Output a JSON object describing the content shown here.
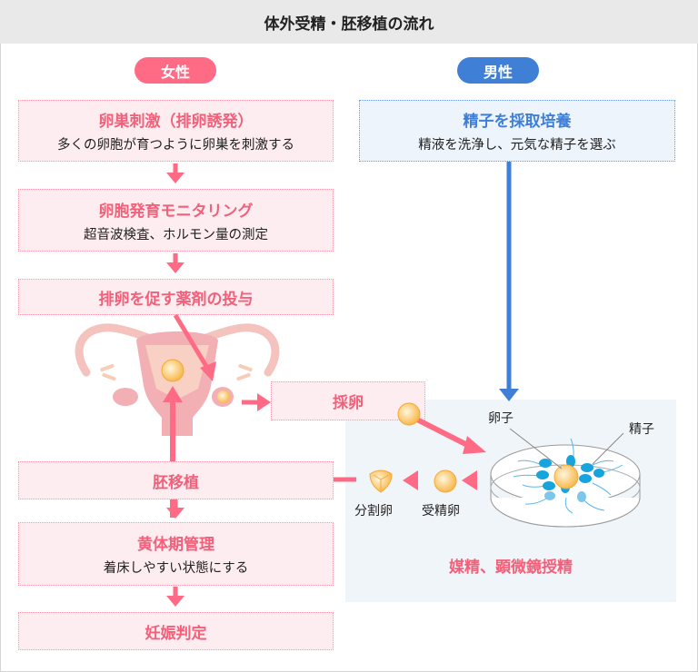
{
  "title": "体外受精・胚移植の流れ",
  "female": {
    "label": "女性",
    "color": "#ff6b85",
    "steps": [
      {
        "title": "卵巣刺激（排卵誘発）",
        "sub": "多くの卵胞が育つように卵巣を刺激する"
      },
      {
        "title": "卵胞発育モニタリング",
        "sub": "超音波検査、ホルモン量の測定"
      },
      {
        "title": "排卵を促す薬剤の投与"
      },
      {
        "title": "採卵"
      },
      {
        "title": "胚移植"
      },
      {
        "title": "黄体期管理",
        "sub": "着床しやすい状態にする"
      },
      {
        "title": "妊娠判定"
      }
    ]
  },
  "male": {
    "label": "男性",
    "color": "#3f7fd6",
    "step": {
      "title": "精子を採取培養",
      "sub": "精液を洗浄し、元気な精子を選ぶ"
    }
  },
  "fertilization": {
    "egg_label": "卵子",
    "sperm_label": "精子",
    "fertilized_label": "受精卵",
    "cleaved_label": "分割卵",
    "caption": "媒精、顕微鏡授精"
  }
}
